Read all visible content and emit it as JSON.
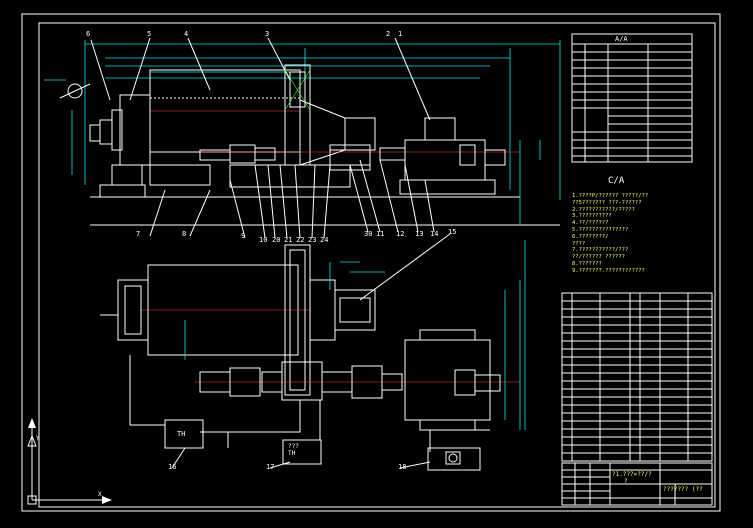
{
  "colors": {
    "background": "#000000",
    "line": "#ffffff",
    "dimension": "#00e5e5",
    "text": "#ffff66",
    "center": "#ff4444",
    "hatch": "#33ff33"
  },
  "callouts_top": [
    "6",
    "5",
    "4",
    "3",
    "2",
    "1"
  ],
  "callouts_bottom": [
    "7",
    "8",
    "9",
    "10",
    "20",
    "21",
    "22",
    "23",
    "24",
    "30",
    "11",
    "12",
    "13",
    "14",
    "15"
  ],
  "callouts_plan": [
    "16",
    "17",
    "18"
  ],
  "plan_box_labels": [
    "TH",
    "???\nTH"
  ],
  "section_right_a": "A/A",
  "section_right_c": "C/A",
  "notes": [
    "1.????P/?????? ?????/??",
    "  ??5??????? ???-??????",
    "2.???????????/?????",
    "3.??????????",
    "4.??/??????",
    "5.???????????????",
    "6.????????/",
    "  ????",
    "7.???????????/???",
    "  ??/?????? ??????",
    "8.???????",
    "9.???????.????????????"
  ],
  "title_block": {
    "drawing_title": "??????? (??",
    "drawing_no": "?1.???×??/?",
    "sub": "?"
  }
}
